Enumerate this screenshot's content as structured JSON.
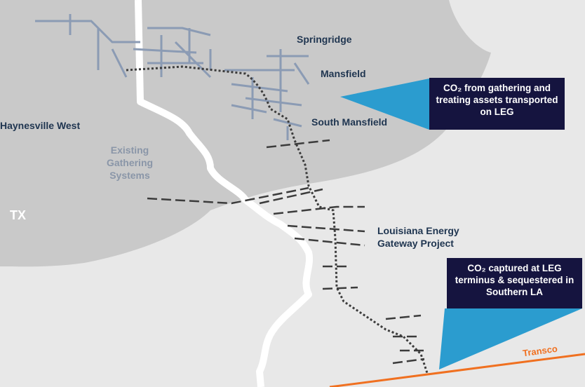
{
  "labels": {
    "springridge": "Springridge",
    "mansfield": "Mansfield",
    "south_mansfield": "South Mansfield",
    "haynesville_west": "Haynesville West",
    "existing_gathering": "Existing Gathering Systems",
    "tx": "TX",
    "leg_project": "Louisiana Energy Gateway Project",
    "transco": "Transco"
  },
  "callouts": {
    "top": "CO₂ from gathering and treating assets transported on LEG",
    "bottom": "CO₂ captured at LEG terminus & sequestered in Southern LA"
  },
  "colors": {
    "region": "#c9c9c9",
    "background": "#e8e8e8",
    "callout_bg": "#15143f",
    "callout_pointer": "#2b9ccf",
    "transco": "#f07020",
    "gathering": "#8b9bb4",
    "pipeline": "#3c3c3c"
  }
}
